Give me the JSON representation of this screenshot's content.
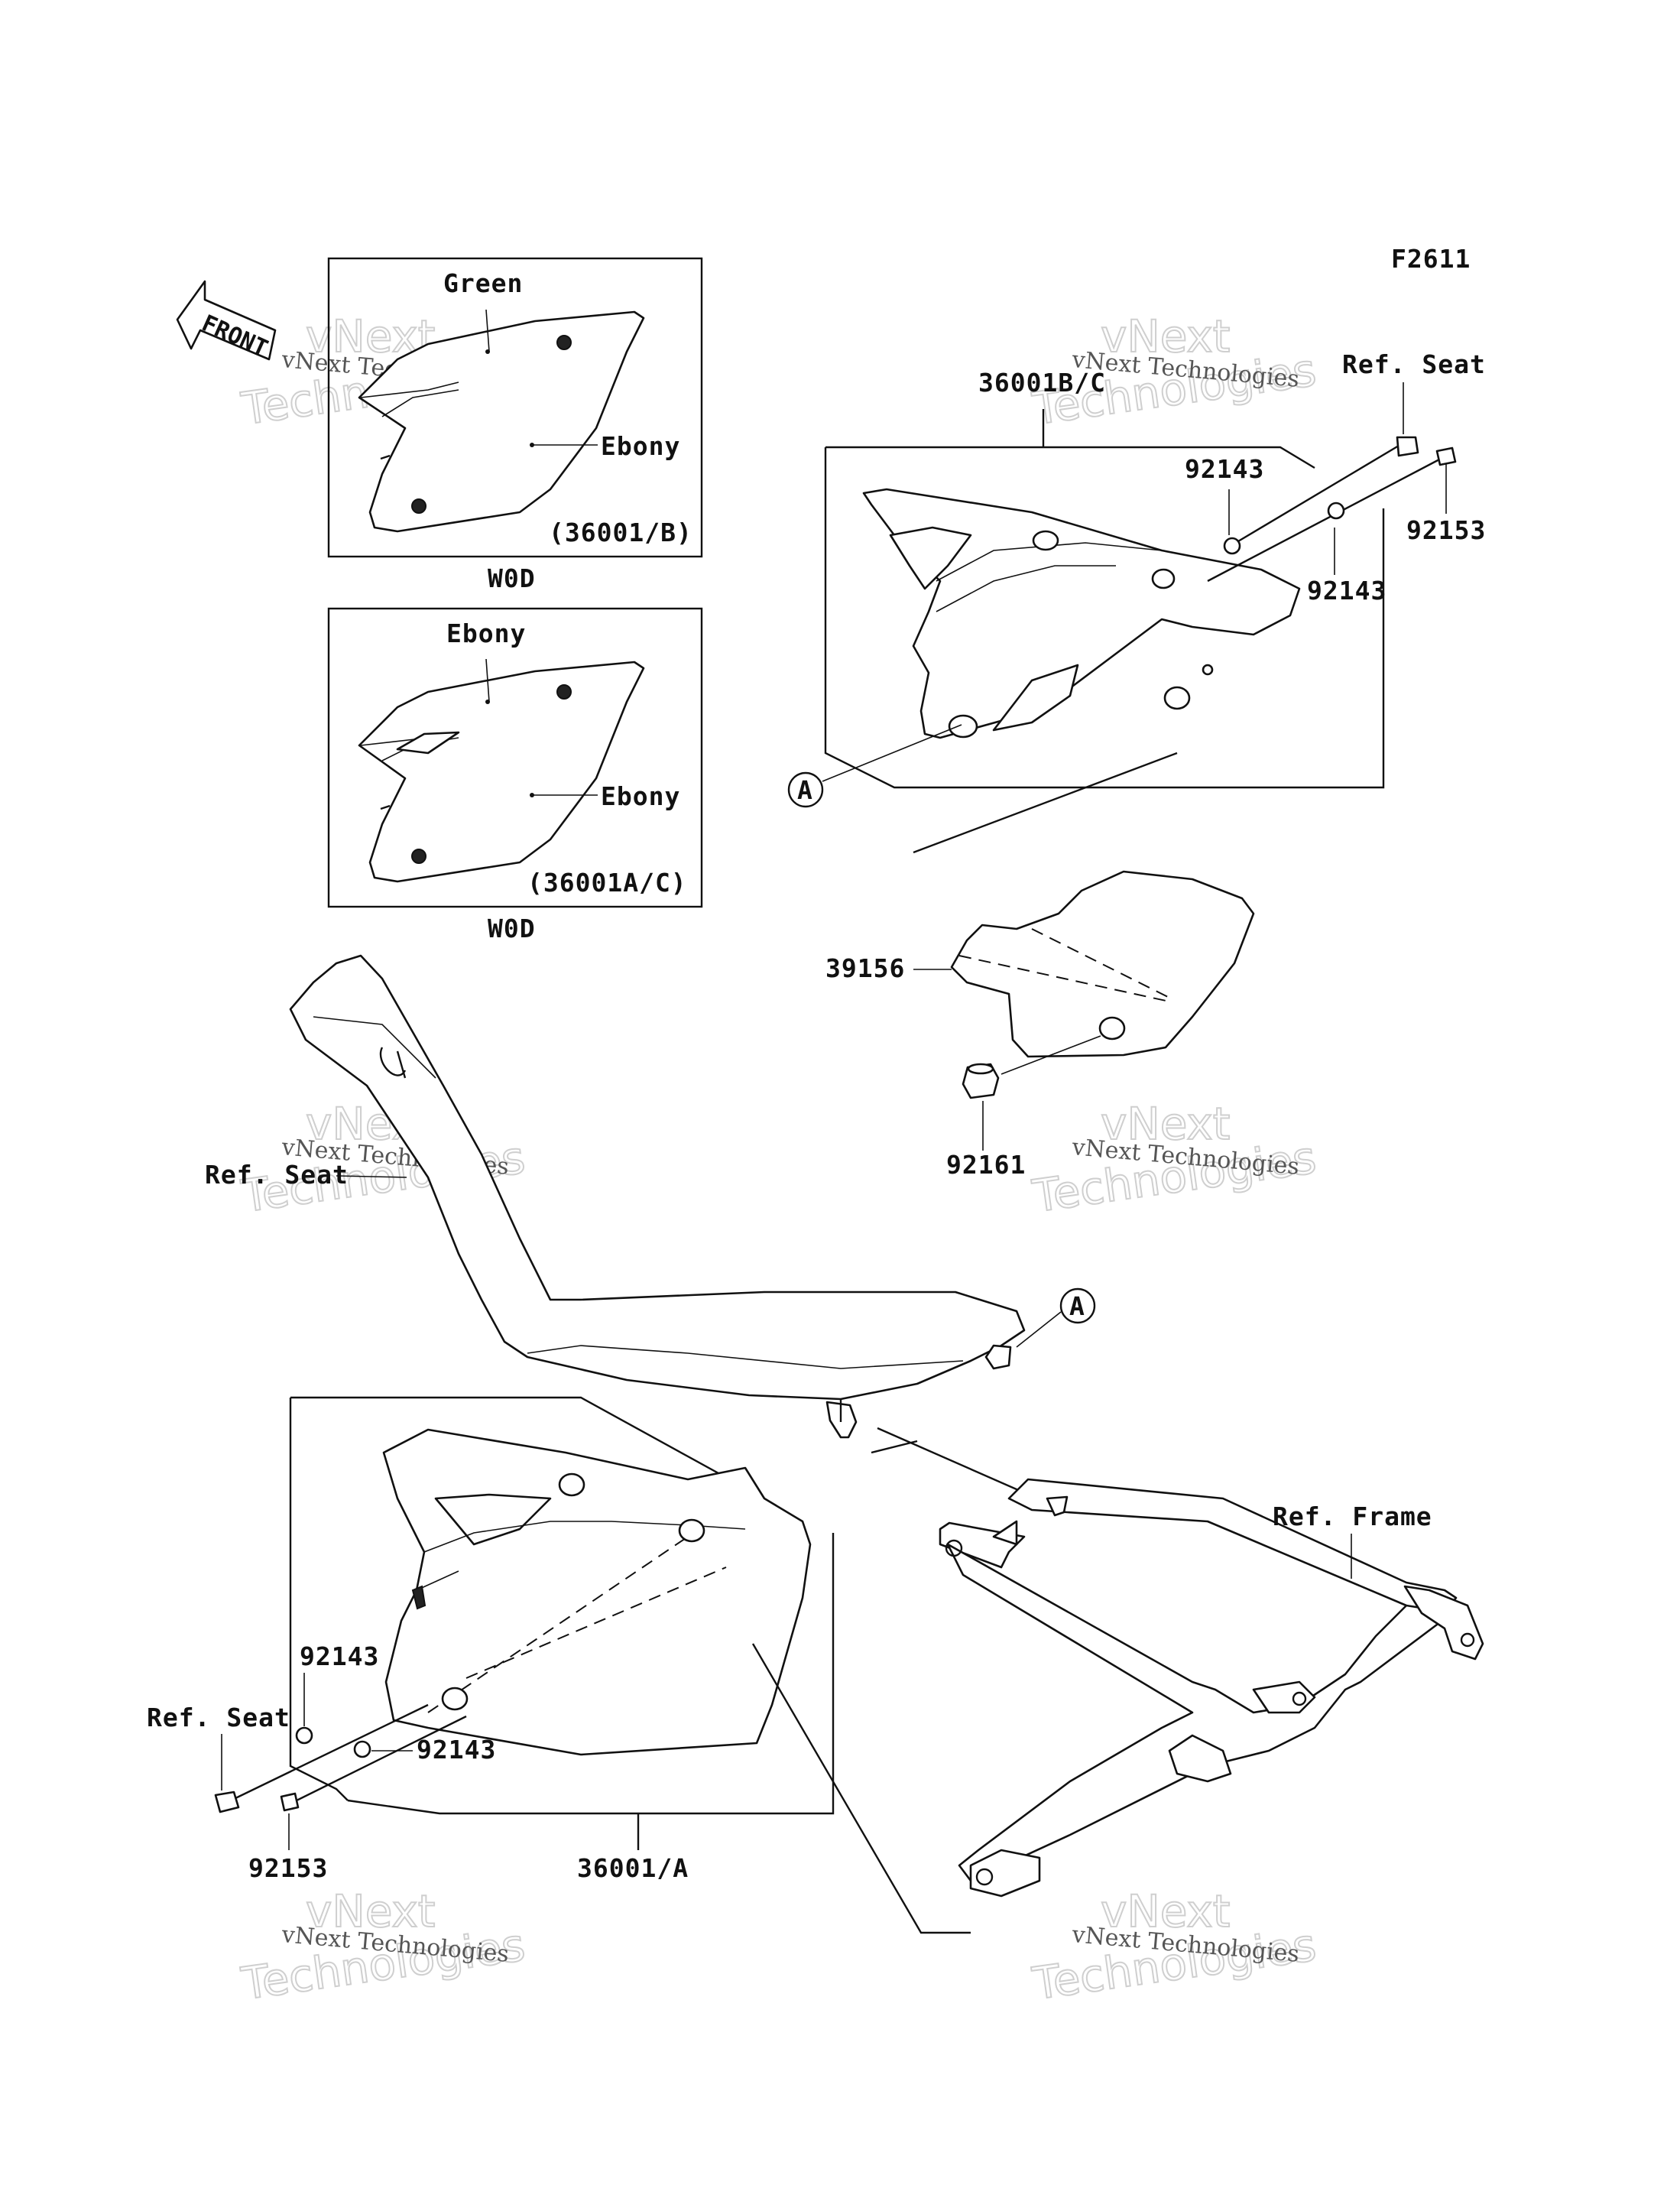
{
  "figure_code": "F2611",
  "front_label": "FRONT",
  "callouts": {
    "green": "Green",
    "ebony_top": "Ebony",
    "box_b_code": "(36001/B)",
    "wod_1": "W0D",
    "ebony_mid_a": "Ebony",
    "ebony_mid_b": "Ebony",
    "box_ac_code": "(36001A/C)",
    "wod_2": "W0D",
    "ref_seat_tr": "Ref. Seat",
    "p36001bc": "36001B/C",
    "p92143_a": "92143",
    "p92153_a": "92153",
    "p92143_b": "92143",
    "ref_A_1": "A",
    "p39156": "39156",
    "p92161": "92161",
    "ref_seat_mid": "Ref. Seat",
    "ref_A_2": "A",
    "ref_frame": "Ref. Frame",
    "p92143_c": "92143",
    "ref_seat_bl": "Ref. Seat",
    "p92143_d": "92143",
    "p92153_b": "92153",
    "p36001a": "36001/A"
  },
  "watermark": {
    "line1": "vNext Technologies",
    "line2a": "vNext",
    "line2b": "Technologies"
  }
}
